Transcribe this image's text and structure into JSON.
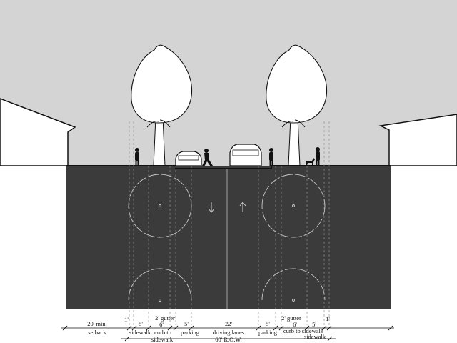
{
  "diagram": {
    "colors": {
      "sky": "#d4d4d4",
      "ground": "#3b3b3b",
      "tree_fill": "#ffffff",
      "line": "#111111",
      "guide": "#9a9a9a"
    },
    "dimensions": {
      "setback_value": "20' min.",
      "setback_label": "setback",
      "left_one_foot": "1'",
      "left_sidewalk_value": "5'",
      "left_sidewalk_label": "sidewalk",
      "left_gutter_value": "2' gutter",
      "left_curb_value": "6'",
      "left_curb_label": "curb to",
      "left_curb_label2": "sidewalk",
      "left_parking_value": "5'",
      "left_parking_label": "parking",
      "lanes_value": "22'",
      "lanes_label": "driving lanes",
      "right_parking_value": "5'",
      "right_parking_label": "parking",
      "right_gutter_value": "2' gutter",
      "right_curb_value": "6'",
      "right_curb_label": "curb to sidewalk",
      "right_sidewalk_value": "5'",
      "right_sidewalk_label": "sidewalk",
      "right_one_foot": "1'",
      "row_total": "60' R.O.W."
    },
    "travel_directions": [
      "down",
      "up"
    ]
  }
}
